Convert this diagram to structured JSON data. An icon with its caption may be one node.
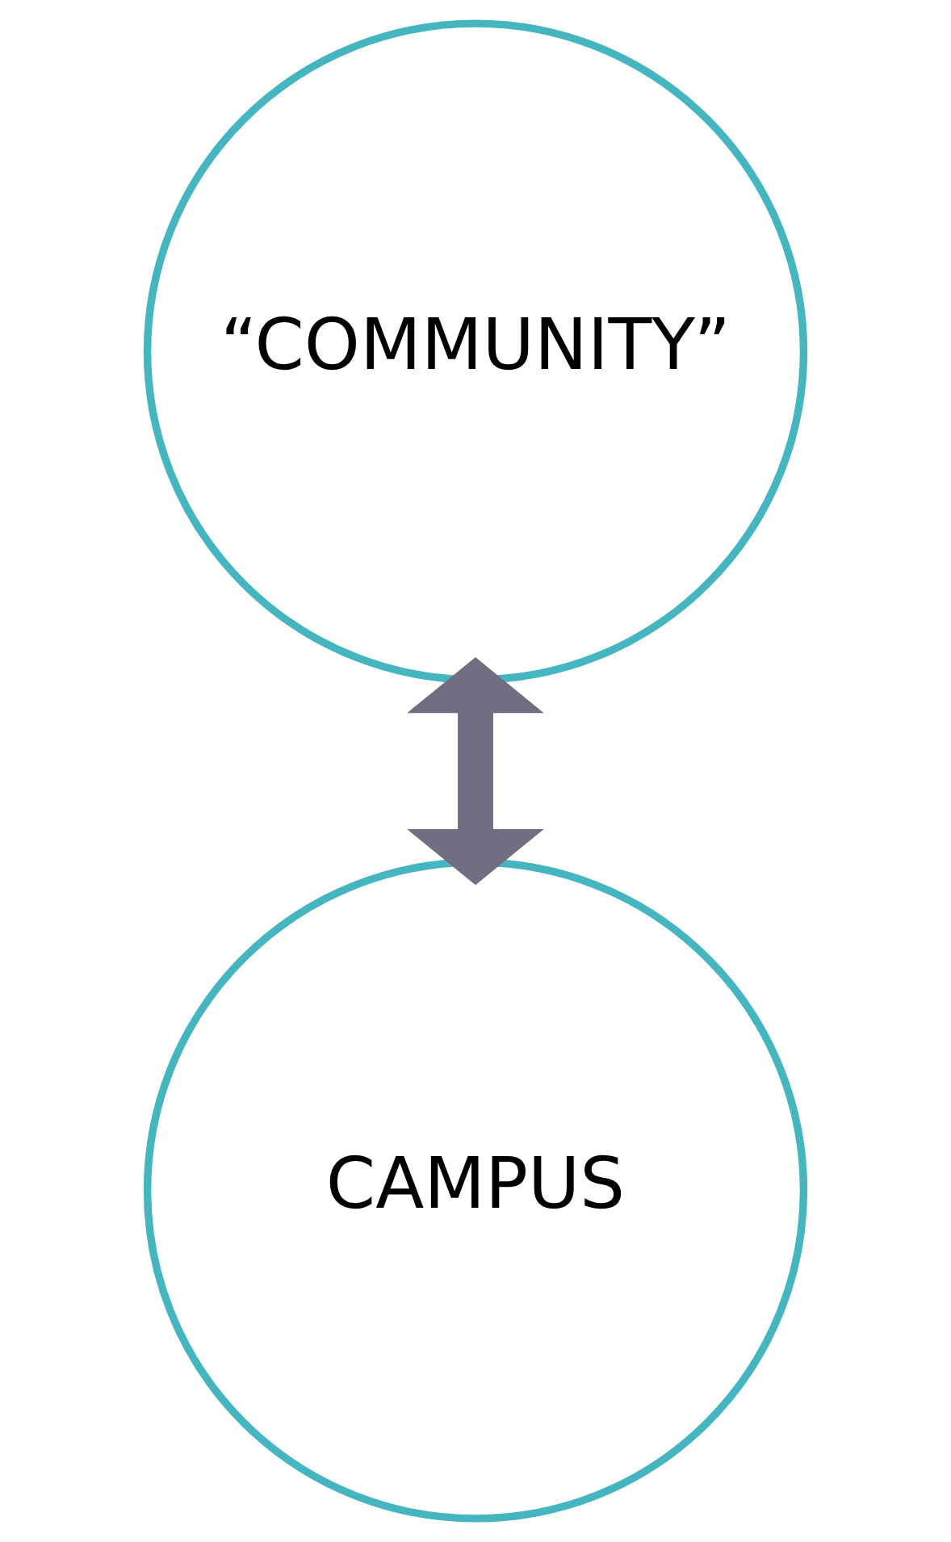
{
  "diagram": {
    "nodes": [
      {
        "text": [
          "“COMMUNITY”"
        ]
      },
      {
        "text": [
          "CAMPUS"
        ]
      }
    ],
    "edges": [
      {
        "from": 0,
        "to": 1,
        "arrow": "both",
        "color": "#726e82"
      }
    ]
  }
}
